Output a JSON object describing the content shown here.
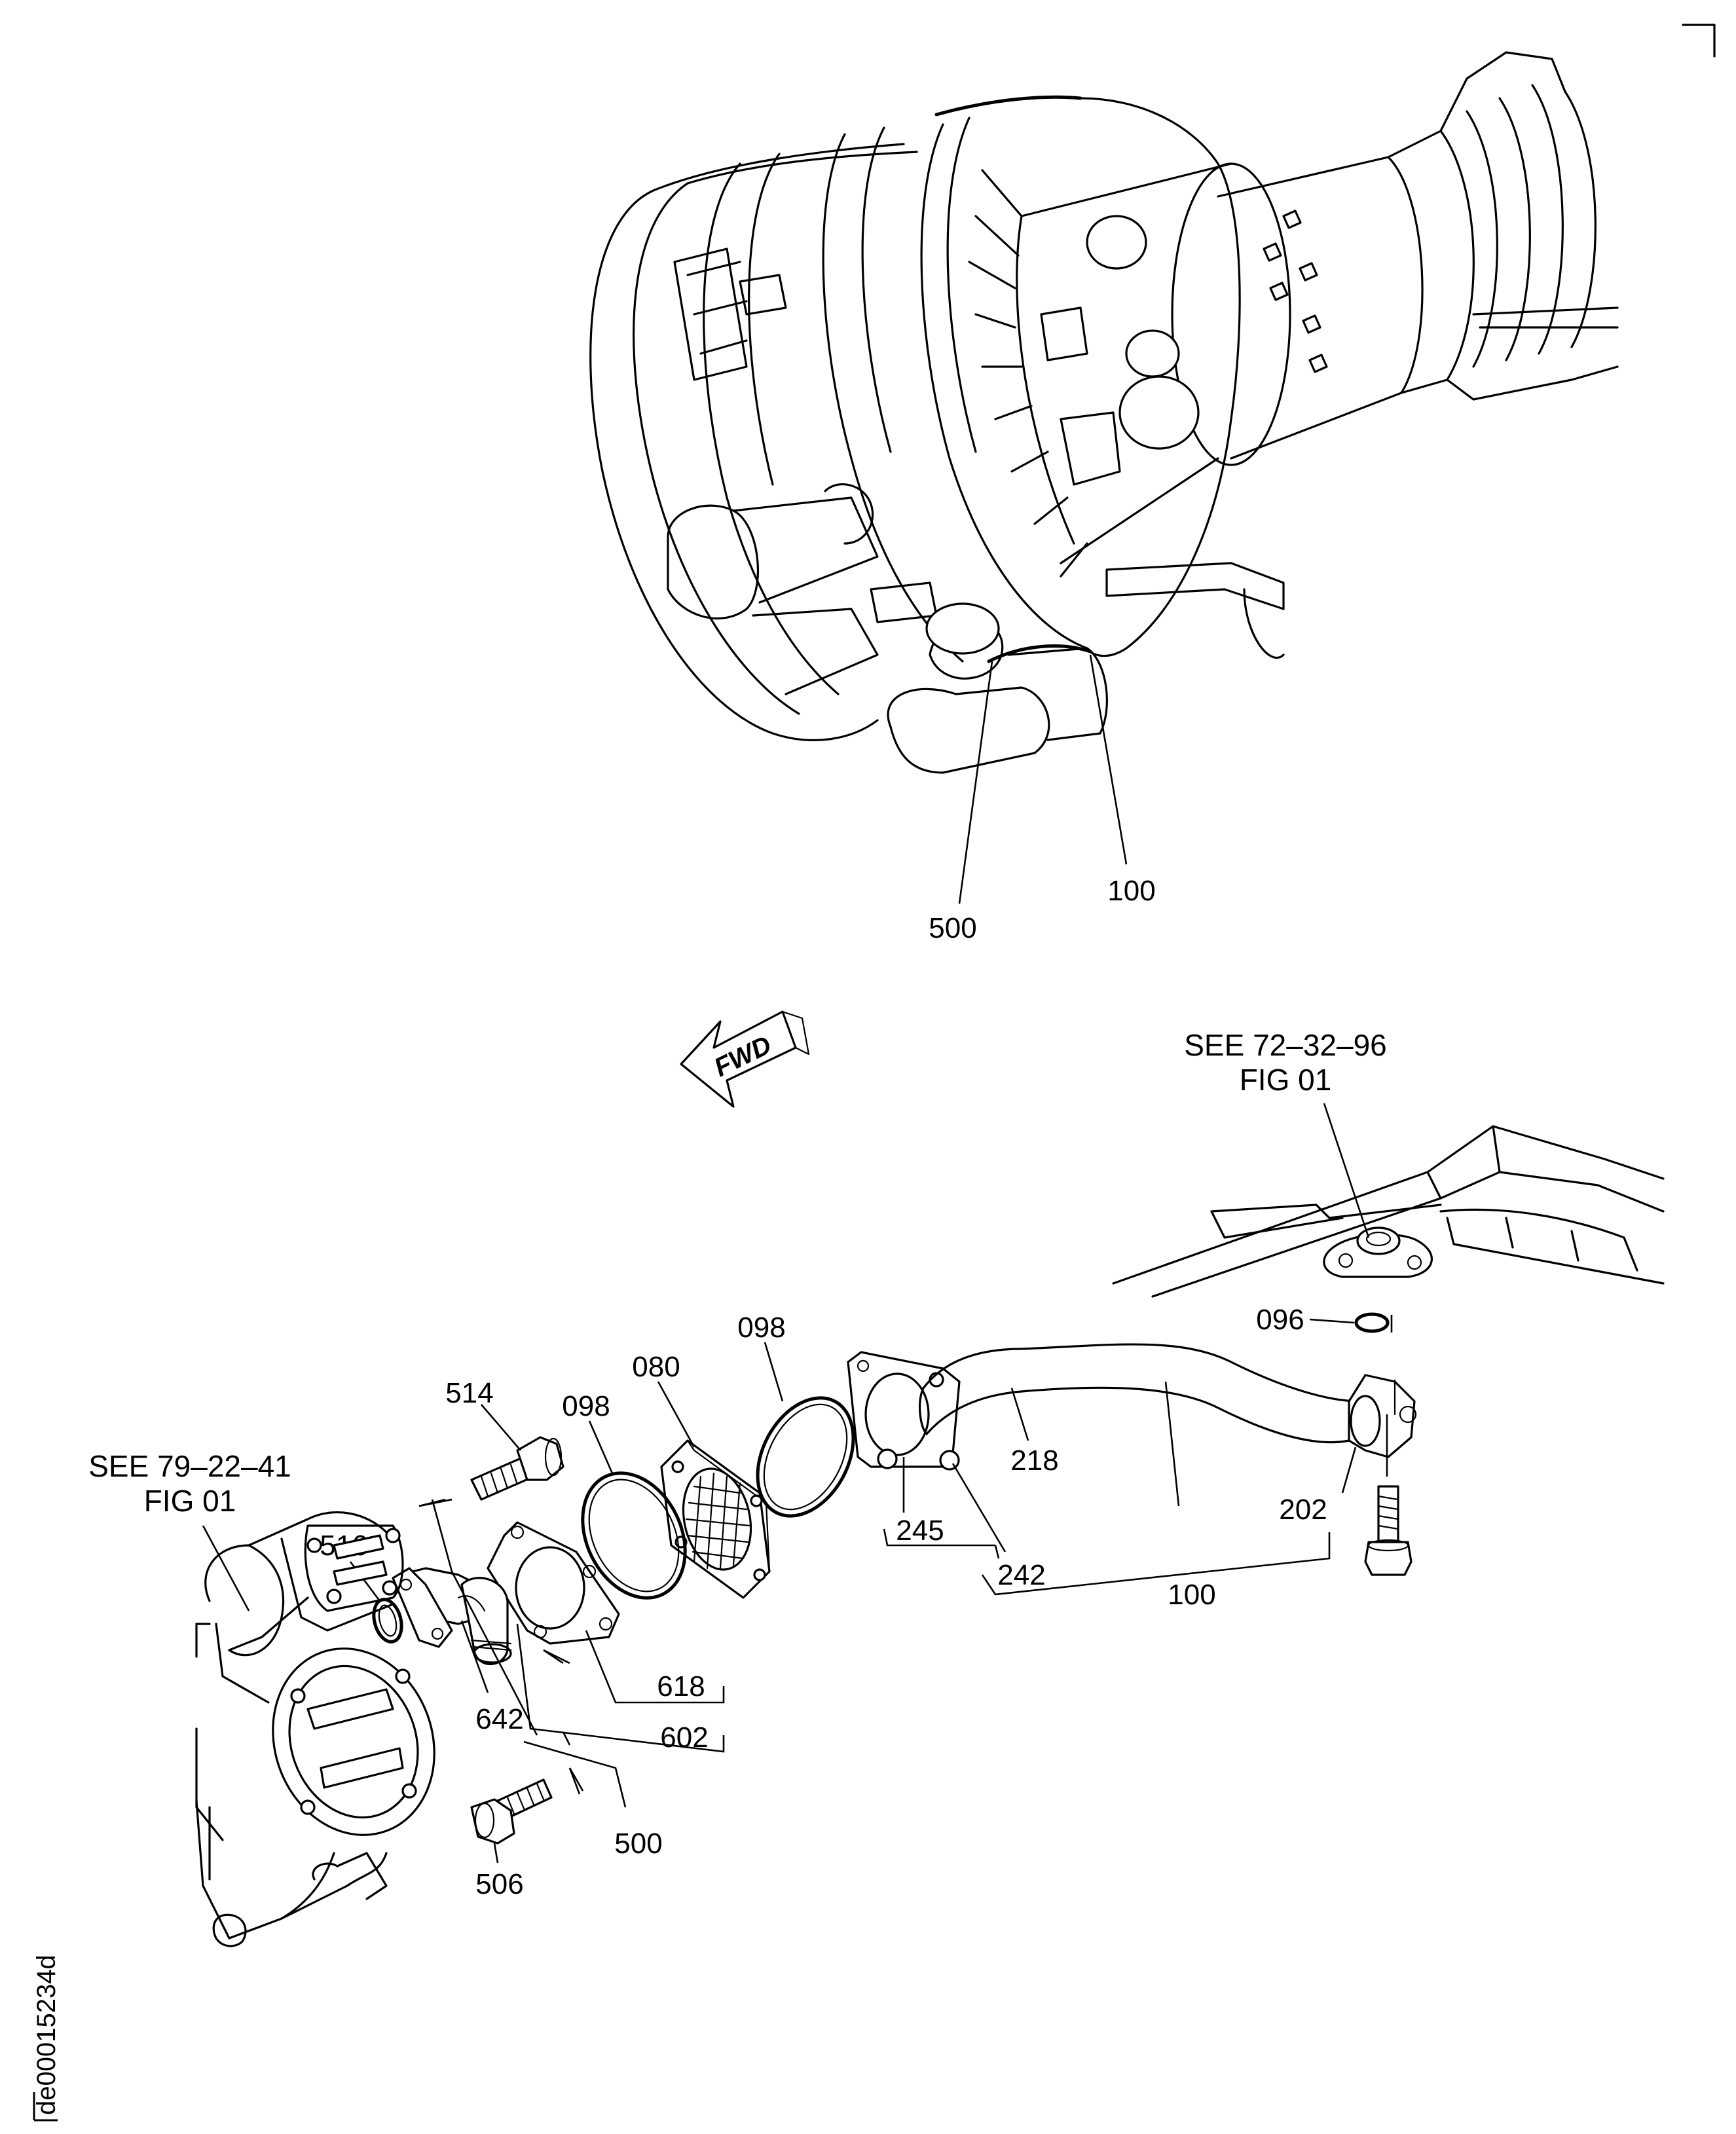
{
  "figure": {
    "orientation_label": "FWD",
    "drawing_id": "de00015234d",
    "references": [
      {
        "id": "ref-72-32-96",
        "line1": "SEE 72–32–96",
        "line2": "FIG 01"
      },
      {
        "id": "ref-79-22-41",
        "line1": "SEE 79–22–41",
        "line2": "FIG 01"
      }
    ],
    "callouts": {
      "top_500": "500",
      "top_100": "100",
      "c096": "096",
      "c098_right": "098",
      "c080": "080",
      "c098_left": "098",
      "c514": "514",
      "c516": "516",
      "c218": "218",
      "c202": "202",
      "c245": "245",
      "c242": "242",
      "c100": "100",
      "c618": "618",
      "c602": "602",
      "c642": "642",
      "c500": "500",
      "c506": "506"
    }
  }
}
